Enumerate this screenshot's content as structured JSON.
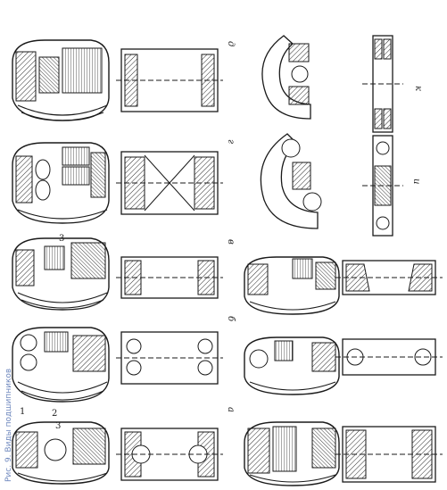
{
  "colors": {
    "ink": "#1a1a1a",
    "paper": "#ffffff",
    "hatch": "#2a2a2a",
    "margin_ink": "#3d5fa8"
  },
  "labels": {
    "row1": "д",
    "row2": "г",
    "row3": "в",
    "row4": "б",
    "row5": "а",
    "right1": "к",
    "right2": "и",
    "part1": "1",
    "part2": "2",
    "part3": "3",
    "part3b": "3"
  },
  "margin_note": "Рис. 9. Виды подшипников"
}
